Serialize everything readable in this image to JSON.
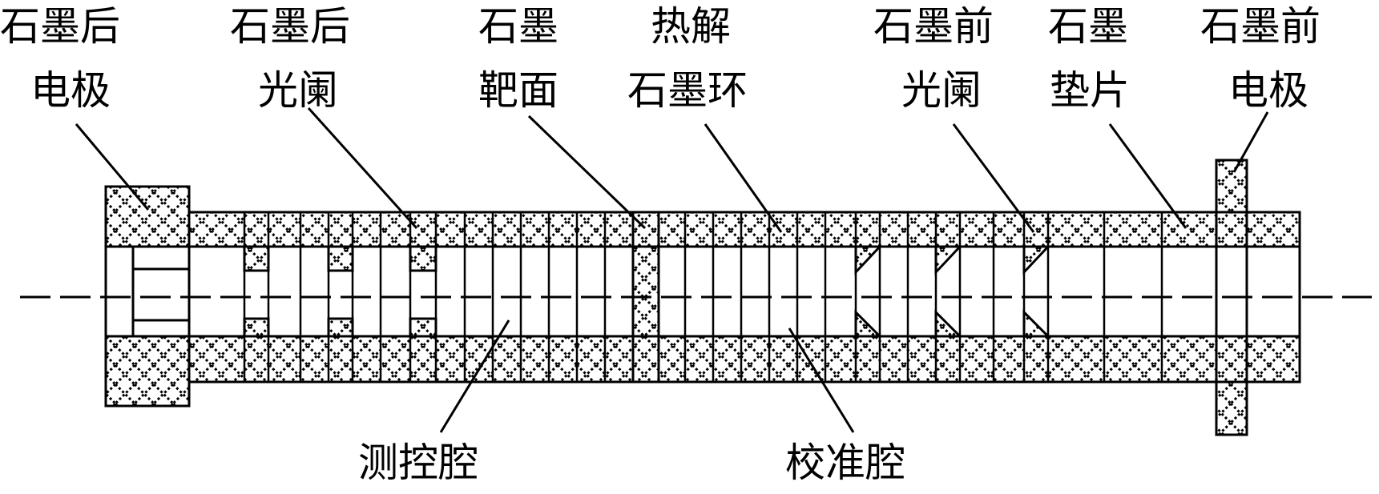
{
  "labels": {
    "rear_electrode": [
      "石墨后",
      "电极"
    ],
    "rear_aperture": [
      "石墨后",
      "光阑"
    ],
    "target_surface": [
      "石墨",
      "靶面"
    ],
    "pyrolytic_ring": [
      "热解",
      "石墨环"
    ],
    "front_aperture": [
      "石墨前",
      "光阑"
    ],
    "spacer": [
      "石墨",
      "垫片"
    ],
    "front_electrode": [
      "石墨前",
      "电极"
    ],
    "measure_cavity": "测控腔",
    "calib_cavity": "校准腔"
  },
  "colors": {
    "stroke": "#000000",
    "hatch": "#000000",
    "background": "#ffffff"
  }
}
